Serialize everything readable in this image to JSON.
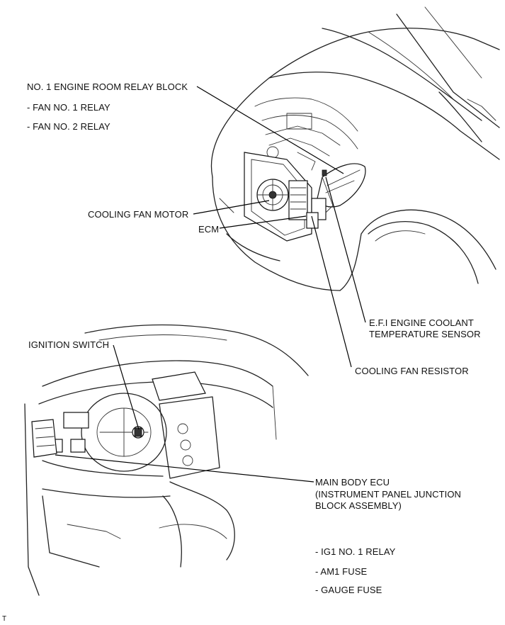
{
  "labels": {
    "relay_block": "NO. 1 ENGINE ROOM RELAY BLOCK",
    "fan1_relay": "- FAN NO. 1 RELAY",
    "fan2_relay": "- FAN NO. 2 RELAY",
    "cooling_fan_motor": "COOLING FAN MOTOR",
    "ecm": "ECM",
    "efi_sensor_1": "E.F.I ENGINE COOLANT",
    "efi_sensor_2": "TEMPERATURE SENSOR",
    "cooling_fan_resistor": "COOLING FAN RESISTOR",
    "ignition_switch": "IGNITION SWITCH",
    "main_body_ecu_1": "MAIN BODY ECU",
    "main_body_ecu_2": "(INSTRUMENT PANEL JUNCTION",
    "main_body_ecu_3": "BLOCK ASSEMBLY)",
    "ig1_relay": "- IG1 NO. 1 RELAY",
    "am1_fuse": "- AM1 FUSE",
    "gauge_fuse": "- GAUGE FUSE",
    "corner_mark": "T"
  }
}
